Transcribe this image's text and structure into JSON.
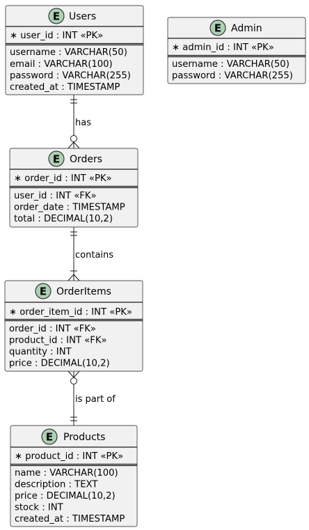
{
  "entity_badge_letter": "E",
  "colors": {
    "entity_fill": "#F1F1F1",
    "badge_fill": "#ADD1B2",
    "line": "#181818"
  },
  "entities": {
    "users": {
      "name": "Users",
      "key": "user_id : INT «PK»",
      "attributes": [
        "username : VARCHAR(50)",
        "email : VARCHAR(100)",
        "password : VARCHAR(255)",
        "created_at : TIMESTAMP"
      ]
    },
    "admin": {
      "name": "Admin",
      "key": "admin_id : INT «PK»",
      "attributes": [
        "username : VARCHAR(50)",
        "password : VARCHAR(255)"
      ]
    },
    "orders": {
      "name": "Orders",
      "key": "order_id : INT «PK»",
      "attributes": [
        "user_id : INT «FK»",
        "order_date : TIMESTAMP",
        "total : DECIMAL(10,2)"
      ]
    },
    "orderitems": {
      "name": "OrderItems",
      "key": "order_item_id : INT «PK»",
      "attributes": [
        "order_id : INT «FK»",
        "product_id : INT «FK»",
        "quantity : INT",
        "price : DECIMAL(10,2)"
      ]
    },
    "products": {
      "name": "Products",
      "key": "product_id : INT «PK»",
      "attributes": [
        "name : VARCHAR(100)",
        "description : TEXT",
        "price : DECIMAL(10,2)",
        "stock : INT",
        "created_at : TIMESTAMP"
      ]
    }
  },
  "relationships": {
    "users_orders": {
      "label": "has",
      "from_cardinality": "exactly one",
      "to_cardinality": "zero or many"
    },
    "orders_orderitems": {
      "label": "contains",
      "from_cardinality": "exactly one",
      "to_cardinality": "one or many"
    },
    "orderitems_products": {
      "label": "is part of",
      "from_cardinality": "zero or many",
      "to_cardinality": "exactly one"
    }
  }
}
